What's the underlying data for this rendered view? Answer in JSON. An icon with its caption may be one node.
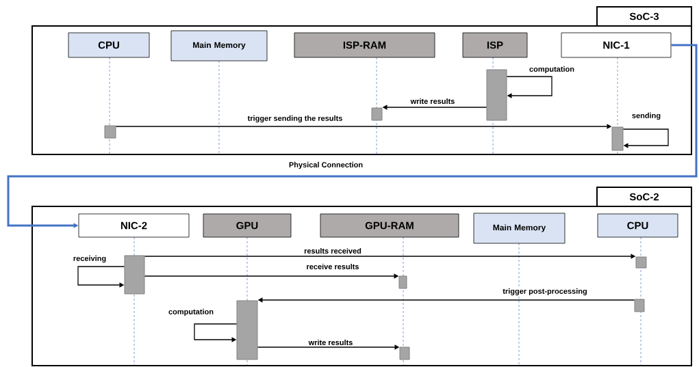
{
  "diagram": {
    "nodes": [
      {
        "text": [
          "SoC-3"
        ]
      },
      {
        "text": [
          "CPU"
        ],
        "in": 0
      },
      {
        "text": [
          "Main Memory"
        ],
        "in": 0
      },
      {
        "text": [
          "ISP-RAM"
        ],
        "in": 0
      },
      {
        "text": [
          "ISP"
        ],
        "in": 0
      },
      {
        "text": [
          "NIC-1"
        ],
        "in": 0
      },
      {
        "text": [],
        "shape": "bar",
        "in": 0
      },
      {
        "text": [],
        "shape": "bar",
        "in": 0
      },
      {
        "text": [],
        "shape": "bar",
        "in": 0
      },
      {
        "text": [],
        "shape": "bar",
        "in": 0
      },
      {
        "text": [
          "SoC-2"
        ]
      },
      {
        "text": [
          "NIC-2"
        ],
        "in": 10
      },
      {
        "text": [
          "GPU"
        ],
        "in": 10
      },
      {
        "text": [
          "GPU-RAM"
        ],
        "in": 10
      },
      {
        "text": [
          "Main Memory"
        ],
        "in": 10
      },
      {
        "text": [
          "CPU"
        ],
        "in": 10
      },
      {
        "text": [],
        "shape": "bar",
        "in": 10
      },
      {
        "text": [],
        "shape": "bar",
        "in": 10
      },
      {
        "text": [],
        "shape": "bar",
        "in": 10
      },
      {
        "text": [],
        "shape": "bar",
        "in": 10
      },
      {
        "text": [],
        "shape": "bar",
        "in": 10
      },
      {
        "text": [],
        "shape": "bar",
        "in": 10
      }
    ],
    "edges": [
      {
        "from": 8,
        "to": 8,
        "arrow": "to",
        "label": "computation"
      },
      {
        "from": 8,
        "to": 7,
        "arrow": "to",
        "label": "write results"
      },
      {
        "from": 6,
        "to": 9,
        "arrow": "to",
        "label": "trigger sending the results"
      },
      {
        "from": 9,
        "to": 9,
        "arrow": "to",
        "label": "sending"
      },
      {
        "from": 5,
        "to": 11,
        "arrow": "to",
        "label": "Physical Connection",
        "style": "thick",
        "color": "#4472c4"
      },
      {
        "from": 16,
        "to": 16,
        "arrow": "to",
        "label": "receiving"
      },
      {
        "from": 16,
        "to": 20,
        "arrow": "to",
        "label": "results received"
      },
      {
        "from": 16,
        "to": 18,
        "arrow": "to",
        "label": "receive results"
      },
      {
        "from": 21,
        "to": 17,
        "arrow": "to",
        "label": "trigger post-processing"
      },
      {
        "from": 17,
        "to": 17,
        "arrow": "to",
        "label": "computation"
      },
      {
        "from": 17,
        "to": 19,
        "arrow": "to",
        "label": "write results"
      }
    ]
  }
}
